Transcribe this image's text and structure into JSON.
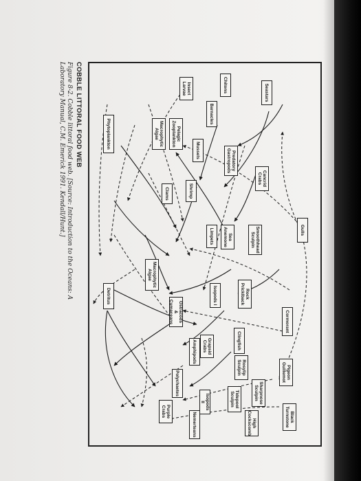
{
  "caption": {
    "title": "COBBLE LITTORAL FOOD WEB",
    "line1": "Figure 8-2. Cobble littoral food web. [Source: Introduction to the Oceans: A",
    "line2": "Laboratory Manual, C.M. Emerick 1991. Kendall/Hunt.]"
  },
  "nodes": {
    "gulls": "Gulls",
    "cormorant": "Cormorant",
    "pigeon_guillemot": "Pigeon\nGuillemot",
    "black_turnstone": "Black\nTurnstone",
    "seastars": "Seastars",
    "cancrid_crabs": "Cancrid\nCrabs",
    "smoothhead_sculpin": "Smoothhead\nSculpin",
    "rock_pricklback": "Rock\nPricklback",
    "clingfish": "Clingfish",
    "rosylip_sculpin": "Rosylip\nSculpin",
    "sharpnose_sculpin": "Sharpnose\nSculpin",
    "tidepool_sculpin": "Tidepool\nSculpin",
    "high_cockscomb": "High\nCockscomb",
    "predatory_gastropods": "Predatory\nGastropods",
    "sea_anemone": "Sea\nAnemone",
    "limpets": "Limpets",
    "isopods_i": "Isopods I",
    "grapsid_crabs": "Grapsid\nCrabs",
    "amphipods": "Amphipods",
    "isopods_ii": "Isopods II",
    "chitons": "Chitons",
    "barnacles": "Barnacles",
    "mussels": "Mussels",
    "shrimp": "Shrimp",
    "ostracods_cumaceans": "Ostracods &\nCumaceans",
    "polychaetes": "Polychaetes",
    "nemerteans": "Nemerteans",
    "purple_crabs": "Purple\nCrabs",
    "insect_larvae": "Insect\nLarvae",
    "pelagic_zooplankton": "Pelagic\nZooplankton",
    "clams": "Clams",
    "macrophytic_algae_1": "Macrophytic\nAlgae",
    "macrophytic_algae_2": "Macrophytic\nAlgae",
    "phytoplankton": "Phytoplankton",
    "detritus": "Detritus"
  }
}
